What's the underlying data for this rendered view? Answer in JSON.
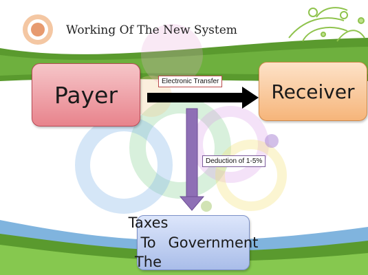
{
  "title": "Working Of The New System",
  "nodes": {
    "payer": "Payer",
    "receiver": "Receiver",
    "government_line1": "Taxes To The",
    "government_line2": "Government"
  },
  "edges": {
    "transfer_label": "Electronic Transfer",
    "deduction_label": "Deduction of 1-5%"
  },
  "colors": {
    "payer_fill": "#e8838c",
    "receiver_fill": "#f6b57a",
    "government_fill": "#a9bde9",
    "transfer_arrow": "#000000",
    "deduction_arrow": "#8e6fb5",
    "band_green": "#5a9a2e",
    "band_blue": "#6aa7d8"
  }
}
